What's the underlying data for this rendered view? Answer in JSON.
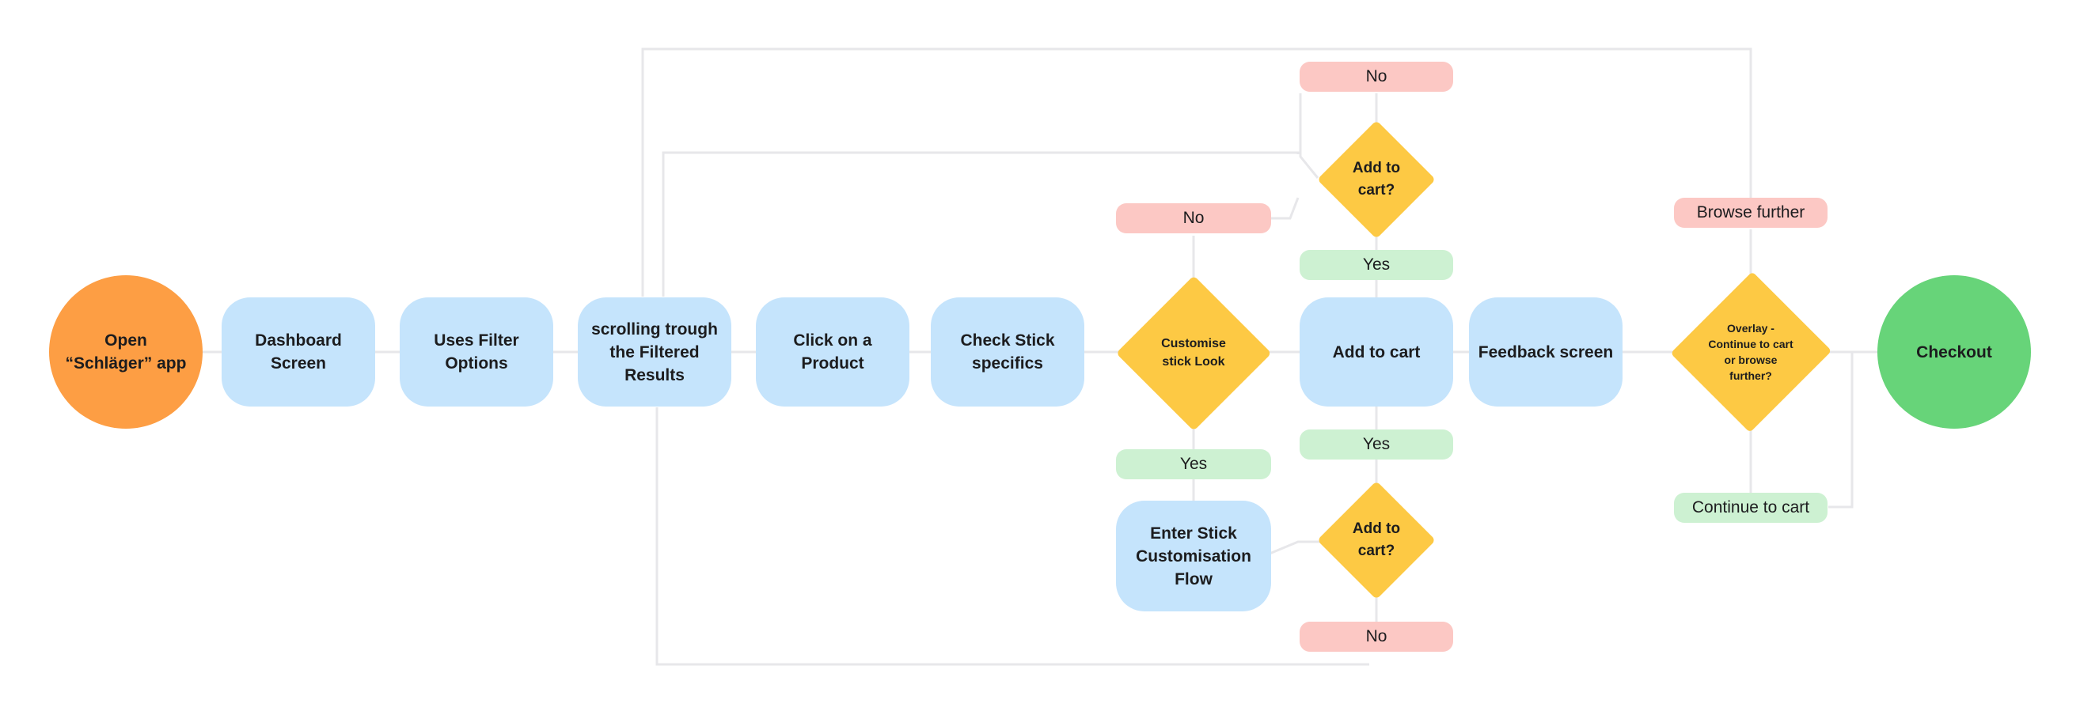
{
  "nodes": {
    "open_app": "Open\n“Schläger” app",
    "dashboard": "Dashboard\nScreen",
    "filter": "Uses Filter\nOptions",
    "scrolling": "scrolling trough\nthe Filtered\nResults",
    "click_product": "Click on a\nProduct",
    "check_specifics": "Check Stick\nspecifics",
    "customise_decision": "Customise\nstick Look",
    "add_to_cart_top": "Add to\ncart?",
    "add_to_cart": "Add to cart",
    "feedback": "Feedback screen",
    "overlay_decision": "Overlay -\nContinue to cart\nor browse\nfurther?",
    "checkout": "Checkout",
    "enter_customisation": "Enter Stick\nCustomisation\nFlow",
    "add_to_cart_bottom": "Add to\ncart?"
  },
  "labels": {
    "no_top": "No",
    "no_customise": "No",
    "yes_top": "Yes",
    "yes_customise": "Yes",
    "yes_bottom": "Yes",
    "no_bottom": "No",
    "browse_further": "Browse further",
    "continue_to_cart": "Continue to cart"
  },
  "colors": {
    "start": "#fd9e44",
    "process": "#c5e4fc",
    "decision": "#fdc944",
    "end": "#67d479",
    "no_label": "#fcc8c4",
    "yes_label": "#cdf1d2",
    "connector": "#e7e7ea"
  }
}
